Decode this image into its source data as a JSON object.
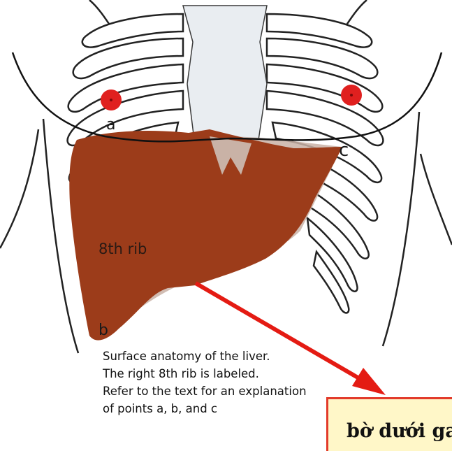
{
  "labels": {
    "point_a": "a",
    "point_b": "b",
    "point_c": "c",
    "rib_label": "8th rib"
  },
  "caption_lines": [
    "Surface anatomy of the liver.",
    "The right 8th rib is labeled.",
    "Refer to the text for an explanation",
    "of points a, b, and c"
  ],
  "callout": {
    "text": "bờ dưới gan"
  },
  "colors": {
    "liver": "#9c3c1a",
    "liver_overlay": "#c9b2a6",
    "nipple": "#e0201f",
    "arrow": "#e41b13",
    "callout_border": "#e23a2a",
    "callout_fill": "#fff7c8",
    "sternum": "#e9edf1"
  }
}
